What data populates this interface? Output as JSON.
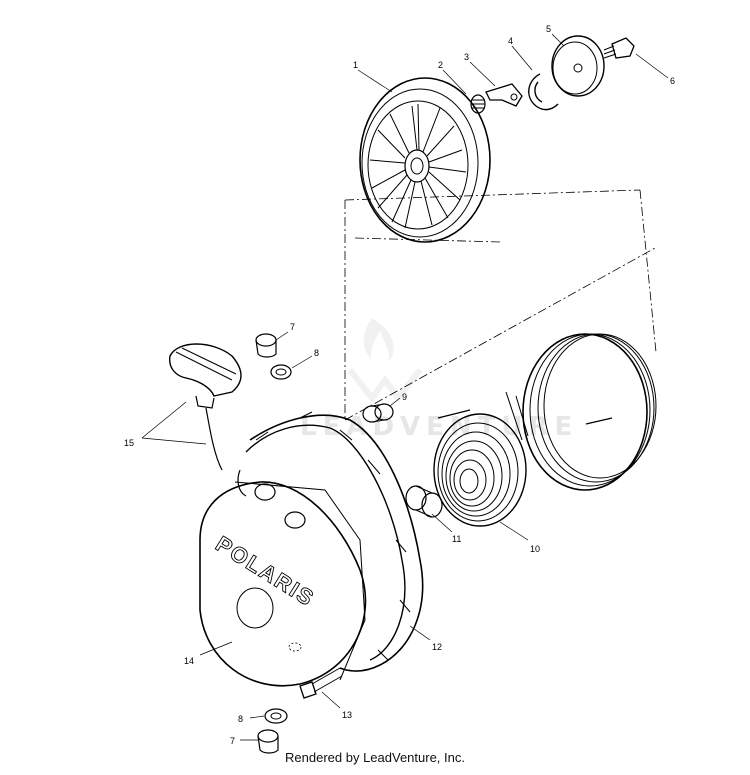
{
  "watermark": {
    "brand": "LEADVENTURE"
  },
  "credit": "Rendered by LeadVenture, Inc.",
  "brand_text": "POLARIS",
  "labels": {
    "p1": "1",
    "p2": "2",
    "p3": "3",
    "p4": "4",
    "p5": "5",
    "p6": "6",
    "p7_top": "7",
    "p8_top": "8",
    "p9": "9",
    "p10": "10",
    "p11": "11",
    "p12": "12",
    "p13": "13",
    "p14": "14",
    "p15": "15",
    "p8_bottom": "8",
    "p7_bottom": "7"
  }
}
